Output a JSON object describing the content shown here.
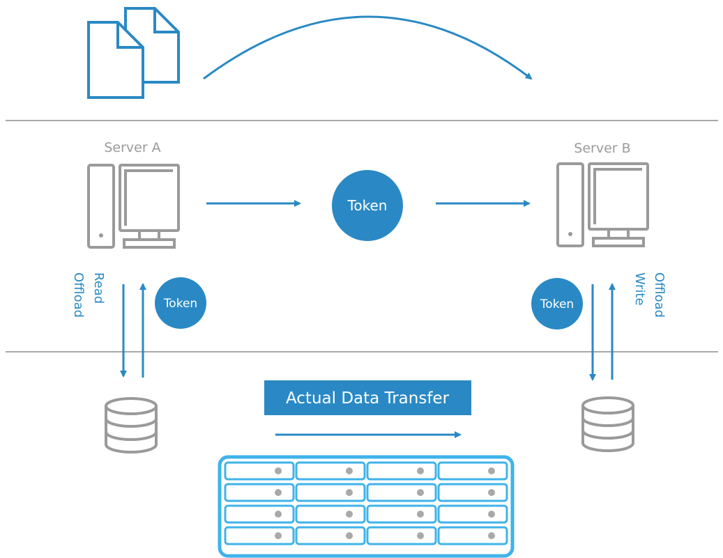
{
  "colors": {
    "accent": "#2a89c4",
    "device_gray": "#9a9a9a",
    "divider": "#a8a8a8",
    "storage_blue": "#3fb3ea"
  },
  "icons": {
    "documents": "documents-icon",
    "server": "computer-icon",
    "database": "database-icon",
    "storage_array": "storage-array-icon"
  },
  "servers": {
    "a_label": "Server A",
    "b_label": "Server B"
  },
  "tokens": {
    "center": "Token",
    "left": "Token",
    "right": "Token"
  },
  "left_labels": {
    "offload": "Offload",
    "read": "Read"
  },
  "right_labels": {
    "offload": "Offload",
    "write": "Write"
  },
  "banner": {
    "text": "Actual Data Transfer"
  }
}
